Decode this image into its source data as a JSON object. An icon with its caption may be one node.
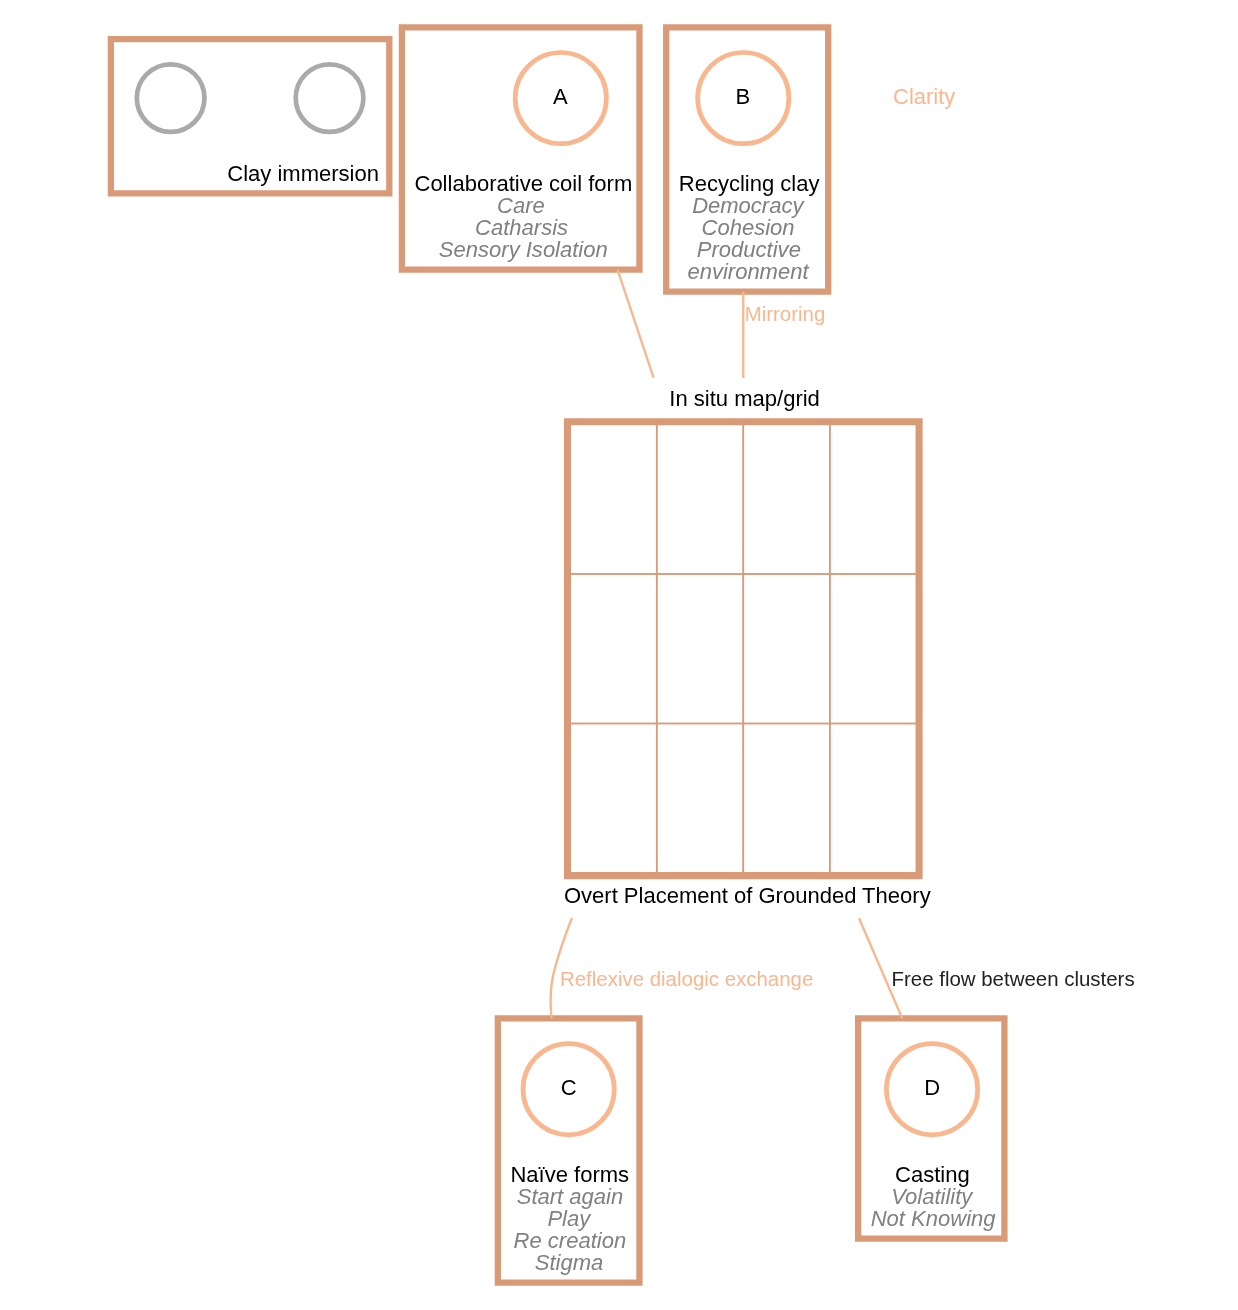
{
  "diagram": {
    "nodes": [
      {
        "text": [
          "Clay immersion"
        ]
      },
      {
        "text": [],
        "shape": "circle",
        "in": 0
      },
      {
        "text": [],
        "shape": "circle",
        "in": 0
      },
      {
        "text": [
          "Collaborative coil form"
        ],
        "beside": [
          "Care",
          "Catharsis",
          "Sensory Isolation"
        ]
      },
      {
        "text": [
          "A"
        ],
        "in": 3
      },
      {
        "text": [
          "Recycling clay"
        ],
        "beside": [
          "Democracy",
          "Cohesion",
          "Productive",
          "environment"
        ]
      },
      {
        "text": [
          "B"
        ],
        "in": 5
      },
      {
        "text": [
          "In situ map/grid"
        ],
        "beside": [
          "Overt Placement of Grounded Theory"
        ]
      },
      {
        "text": [
          "Naïve forms"
        ],
        "beside": [
          "Start again",
          "Play",
          "Re creation",
          "Stigma"
        ]
      },
      {
        "text": [
          "C"
        ],
        "in": 8
      },
      {
        "text": [
          "Casting"
        ],
        "beside": [
          "Volatility",
          "Not Knowing"
        ]
      },
      {
        "text": [
          "D"
        ],
        "in": 10
      }
    ],
    "edges": [
      {
        "from": 3,
        "to": 7,
        "arrow": "none"
      },
      {
        "from": 5,
        "to": 7,
        "arrow": "none",
        "label": "Mirroring"
      },
      {
        "from": 7,
        "to": 8,
        "arrow": "none",
        "label": "Reflexive dialogic exchange"
      },
      {
        "from": 7,
        "to": 10,
        "arrow": "none",
        "label": "Free flow between clusters"
      }
    ],
    "labels": [
      "Clarity"
    ]
  }
}
